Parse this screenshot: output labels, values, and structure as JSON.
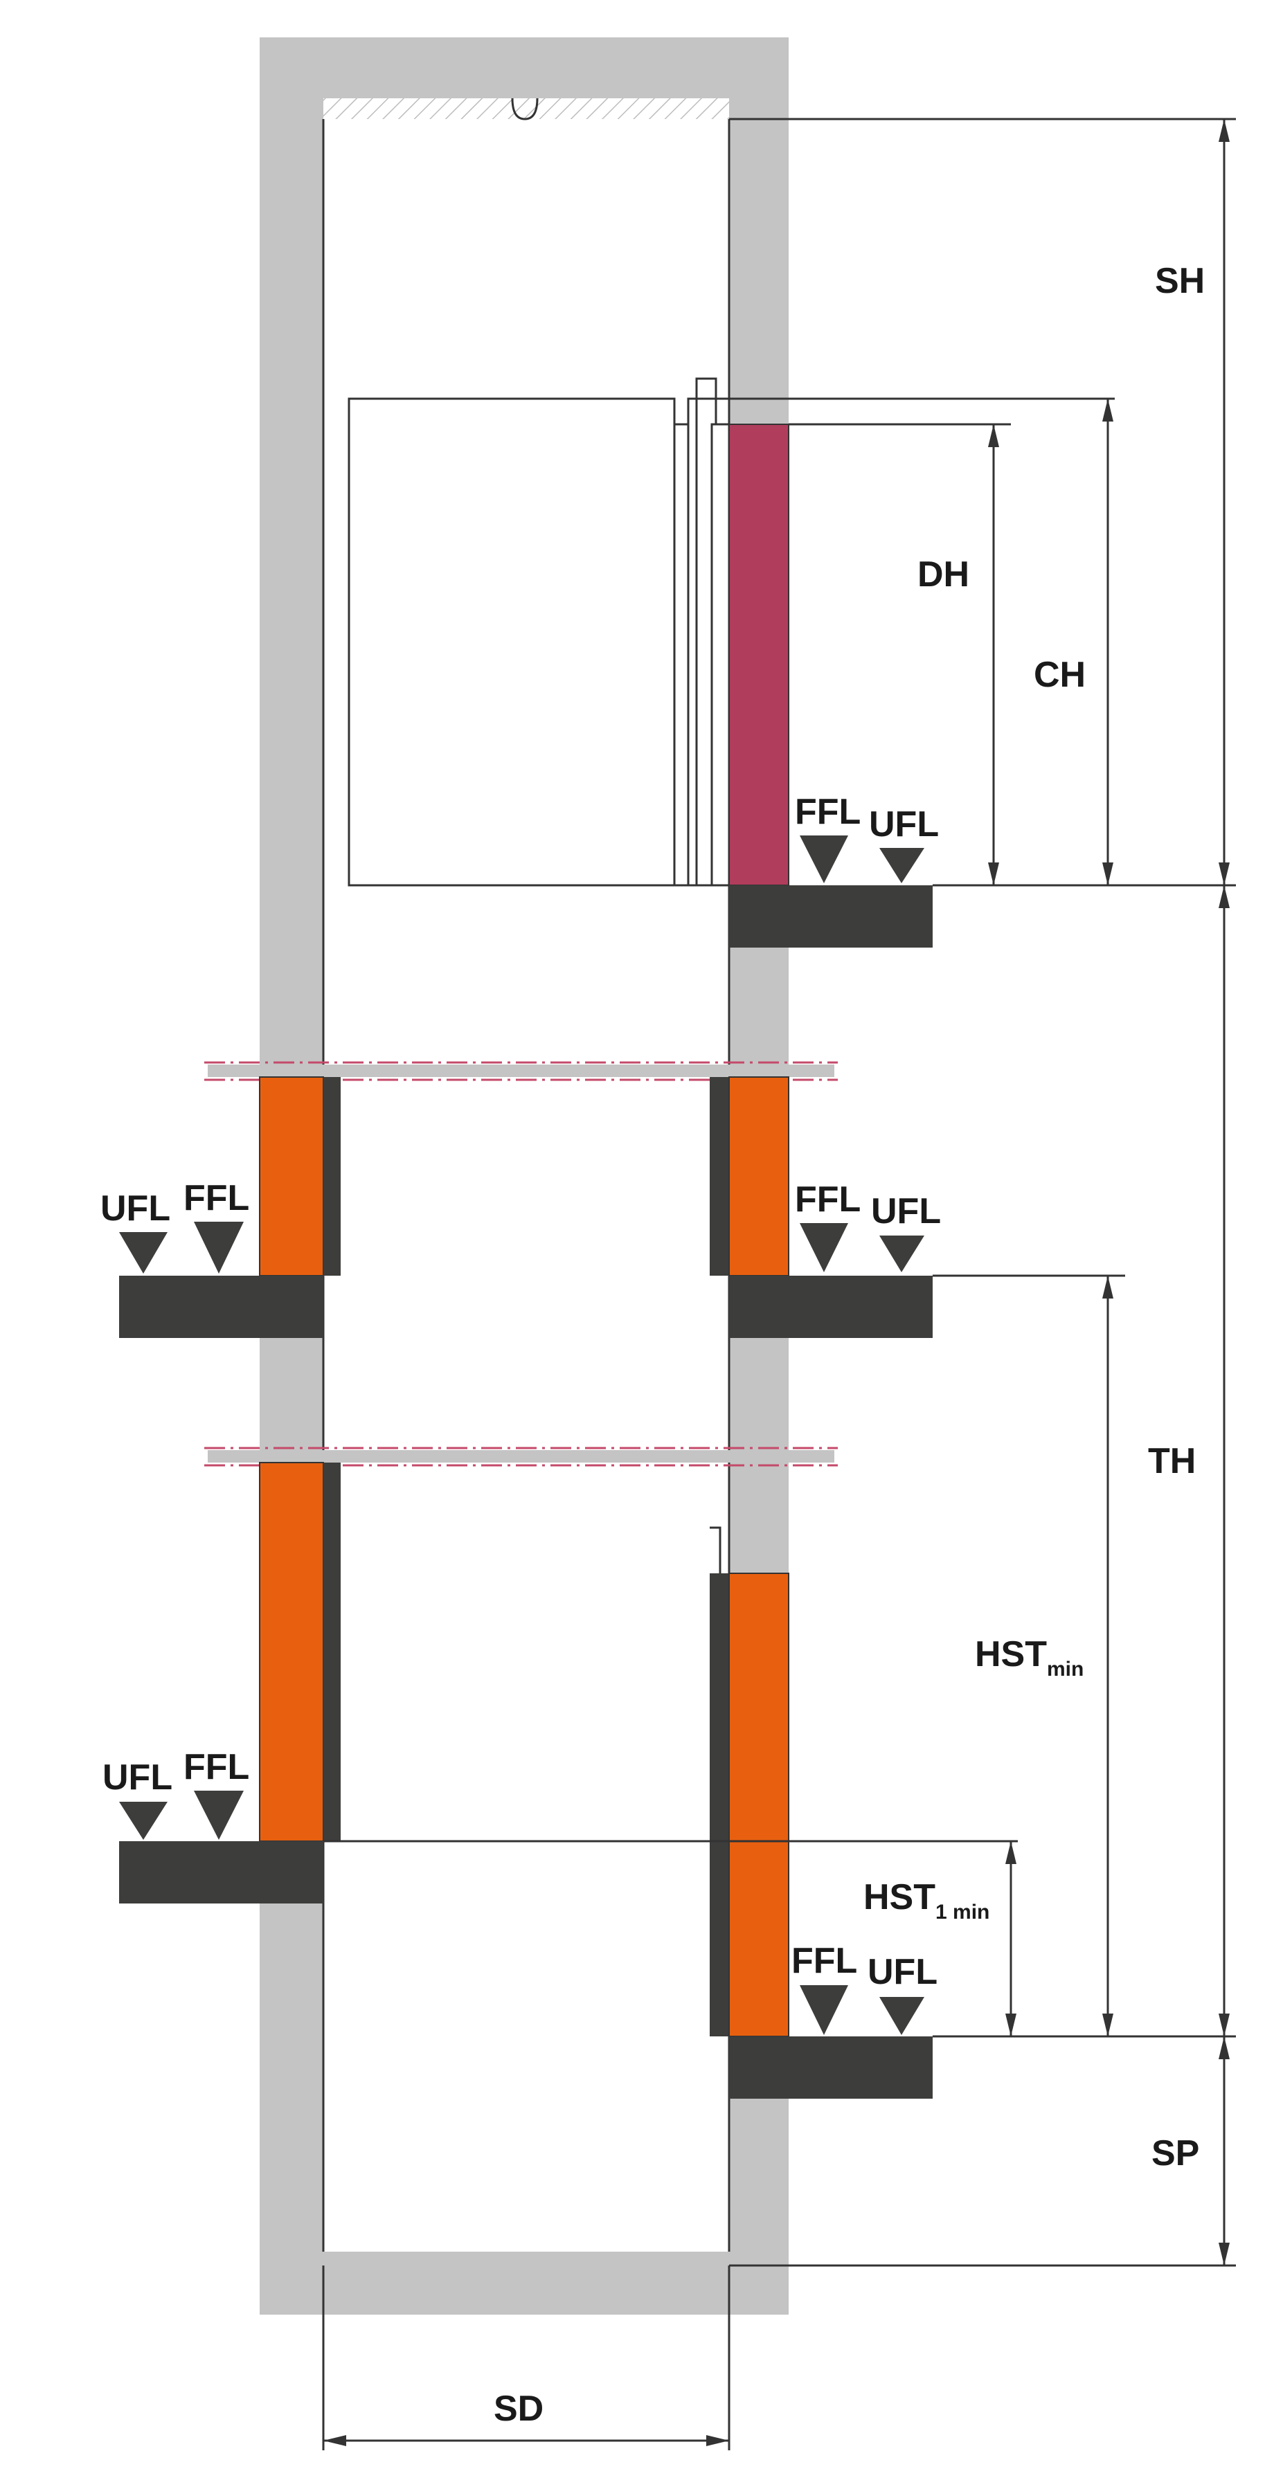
{
  "labels": {
    "sh": "SH",
    "dh": "DH",
    "ch": "CH",
    "th": "TH",
    "hst_min_main": "HST",
    "hst_min_sub": "min",
    "hst1_main": "HST",
    "hst1_sub": "1 min",
    "sp": "SP",
    "sd": "SD",
    "ffl": "FFL",
    "ufl": "UFL"
  },
  "colors": {
    "wall": "#c4c4c4",
    "floor_slab": "#3d3d3c",
    "landing_door": "#e8600f",
    "car_door": "#b03d5c",
    "floor_dashed_line": "#c44a6a"
  }
}
